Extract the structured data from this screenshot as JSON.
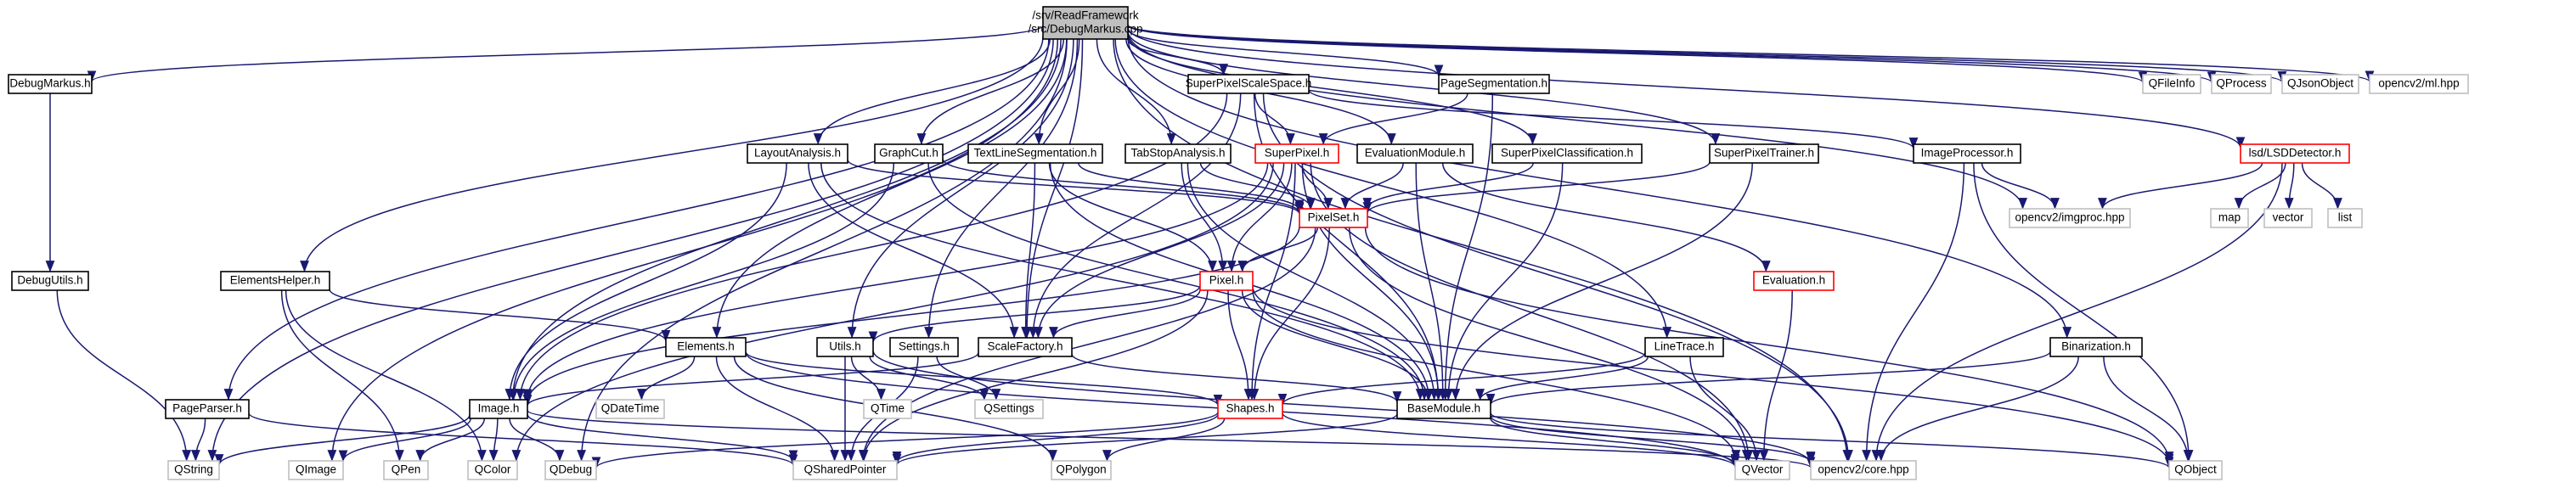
{
  "diagram": {
    "type": "include-dependency-graph",
    "edge_color": "#191970",
    "root_fill": "#bfbfbf",
    "red_border": "#ff0000",
    "system_border": "#bfbfbf",
    "nodes": {
      "root": "/srv/ReadFramework\n/src/DebugMarkus.cpp",
      "debugmarkus_h": "DebugMarkus.h",
      "debugutils_h": "DebugUtils.h",
      "elementshelper_h": "ElementsHelper.h",
      "elements_h": "Elements.h",
      "pageparser_h": "PageParser.h",
      "layoutanalysis_h": "LayoutAnalysis.h",
      "graphcut_h": "GraphCut.h",
      "textlineseg_h": "TextLineSegmentation.h",
      "tabstop_h": "TabStopAnalysis.h",
      "superpixelscalespace_h": "SuperPixelScaleSpace.h",
      "superpixel_h": "SuperPixel.h",
      "evaluationmodule_h": "EvaluationModule.h",
      "superpixelclass_h": "SuperPixelClassification.h",
      "pageseg_h": "PageSegmentation.h",
      "superpixeltrainer_h": "SuperPixelTrainer.h",
      "imageprocessor_h": "ImageProcessor.h",
      "pixelset_h": "PixelSet.h",
      "pixel_h": "Pixel.h",
      "evaluation_h": "Evaluation.h",
      "utils_h": "Utils.h",
      "settings_h": "Settings.h",
      "scalefactory_h": "ScaleFactory.h",
      "linetrace_h": "LineTrace.h",
      "binarization_h": "Binarization.h",
      "image_h": "Image.h",
      "shapes_h": "Shapes.h",
      "basemodule_h": "BaseModule.h",
      "lsd_h": "lsd/LSDDetector.h",
      "qfileinfo": "QFileInfo",
      "qprocess": "QProcess",
      "qjsonobject": "QJsonObject",
      "opencv_ml": "opencv2/ml.hpp",
      "opencv_imgproc": "opencv2/imgproc.hpp",
      "map": "map",
      "vector": "vector",
      "list": "list",
      "qdatetime": "QDateTime",
      "qtime": "QTime",
      "qsettings": "QSettings",
      "qstring": "QString",
      "qimage": "QImage",
      "qpen": "QPen",
      "qcolor": "QColor",
      "qdebug": "QDebug",
      "qsharedpointer": "QSharedPointer",
      "qpolygon": "QPolygon",
      "qvector": "QVector",
      "opencv_core": "opencv2/core.hpp",
      "qobject": "QObject"
    },
    "edges": [
      [
        "root",
        "debugmarkus_h"
      ],
      [
        "root",
        "elementshelper_h"
      ],
      [
        "root",
        "pageparser_h"
      ],
      [
        "root",
        "layoutanalysis_h"
      ],
      [
        "root",
        "graphcut_h"
      ],
      [
        "root",
        "textlineseg_h"
      ],
      [
        "root",
        "tabstop_h"
      ],
      [
        "root",
        "superpixelscalespace_h"
      ],
      [
        "root",
        "evaluationmodule_h"
      ],
      [
        "root",
        "superpixelclass_h"
      ],
      [
        "root",
        "pageseg_h"
      ],
      [
        "root",
        "superpixeltrainer_h"
      ],
      [
        "root",
        "elements_h"
      ],
      [
        "root",
        "utils_h"
      ],
      [
        "root",
        "settings_h"
      ],
      [
        "root",
        "scalefactory_h"
      ],
      [
        "root",
        "image_h"
      ],
      [
        "root",
        "linetrace_h"
      ],
      [
        "root",
        "binarization_h"
      ],
      [
        "root",
        "lsd_h"
      ],
      [
        "root",
        "qfileinfo"
      ],
      [
        "root",
        "qprocess"
      ],
      [
        "root",
        "qjsonobject"
      ],
      [
        "root",
        "opencv_ml"
      ],
      [
        "root",
        "opencv_imgproc"
      ],
      [
        "root",
        "qstring"
      ],
      [
        "root",
        "qimage"
      ],
      [
        "root",
        "qdebug"
      ],
      [
        "root",
        "opencv_core"
      ],
      [
        "debugmarkus_h",
        "debugutils_h"
      ],
      [
        "debugutils_h",
        "qstring"
      ],
      [
        "elementshelper_h",
        "elements_h"
      ],
      [
        "elementshelper_h",
        "qpen"
      ],
      [
        "elementshelper_h",
        "qcolor"
      ],
      [
        "pageparser_h",
        "qstring"
      ],
      [
        "pageparser_h",
        "qsharedpointer"
      ],
      [
        "layoutanalysis_h",
        "pixelset_h"
      ],
      [
        "layoutanalysis_h",
        "image_h"
      ],
      [
        "layoutanalysis_h",
        "scalefactory_h"
      ],
      [
        "layoutanalysis_h",
        "basemodule_h"
      ],
      [
        "graphcut_h",
        "pixelset_h"
      ],
      [
        "graphcut_h",
        "image_h"
      ],
      [
        "graphcut_h",
        "basemodule_h"
      ],
      [
        "textlineseg_h",
        "pixelset_h"
      ],
      [
        "textlineseg_h",
        "pixel_h"
      ],
      [
        "textlineseg_h",
        "scalefactory_h"
      ],
      [
        "textlineseg_h",
        "basemodule_h"
      ],
      [
        "tabstop_h",
        "pixelset_h"
      ],
      [
        "tabstop_h",
        "pixel_h"
      ],
      [
        "tabstop_h",
        "basemodule_h"
      ],
      [
        "superpixelscalespace_h",
        "superpixel_h"
      ],
      [
        "superpixelscalespace_h",
        "imageprocessor_h"
      ],
      [
        "superpixelscalespace_h",
        "image_h"
      ],
      [
        "superpixelscalespace_h",
        "scalefactory_h"
      ],
      [
        "superpixelscalespace_h",
        "basemodule_h"
      ],
      [
        "superpixelscalespace_h",
        "opencv_core"
      ],
      [
        "superpixel_h",
        "pixelset_h"
      ],
      [
        "superpixel_h",
        "pixel_h"
      ],
      [
        "superpixel_h",
        "image_h"
      ],
      [
        "superpixel_h",
        "scalefactory_h"
      ],
      [
        "superpixel_h",
        "shapes_h"
      ],
      [
        "superpixel_h",
        "basemodule_h"
      ],
      [
        "superpixel_h",
        "qcolor"
      ],
      [
        "superpixel_h",
        "qvector"
      ],
      [
        "evaluationmodule_h",
        "pixelset_h"
      ],
      [
        "evaluationmodule_h",
        "evaluation_h"
      ],
      [
        "evaluationmodule_h",
        "basemodule_h"
      ],
      [
        "superpixelclass_h",
        "pixelset_h"
      ],
      [
        "superpixelclass_h",
        "basemodule_h"
      ],
      [
        "pageseg_h",
        "superpixel_h"
      ],
      [
        "pageseg_h",
        "basemodule_h"
      ],
      [
        "superpixeltrainer_h",
        "pixelset_h"
      ],
      [
        "superpixeltrainer_h",
        "basemodule_h"
      ],
      [
        "imageprocessor_h",
        "opencv_imgproc"
      ],
      [
        "imageprocessor_h",
        "opencv_core"
      ],
      [
        "imageprocessor_h",
        "qobject"
      ],
      [
        "pixelset_h",
        "pixel_h"
      ],
      [
        "pixelset_h",
        "shapes_h"
      ],
      [
        "pixelset_h",
        "image_h"
      ],
      [
        "pixelset_h",
        "qsharedpointer"
      ],
      [
        "pixelset_h",
        "qvector"
      ],
      [
        "pixelset_h",
        "qobject"
      ],
      [
        "pixel_h",
        "utils_h"
      ],
      [
        "pixel_h",
        "scalefactory_h"
      ],
      [
        "pixel_h",
        "shapes_h"
      ],
      [
        "pixel_h",
        "basemodule_h"
      ],
      [
        "pixel_h",
        "qsharedpointer"
      ],
      [
        "pixel_h",
        "qvector"
      ],
      [
        "pixel_h",
        "qobject"
      ],
      [
        "evaluation_h",
        "qvector"
      ],
      [
        "utils_h",
        "qtime"
      ],
      [
        "utils_h",
        "qsettings"
      ],
      [
        "utils_h",
        "qsharedpointer"
      ],
      [
        "utils_h",
        "opencv_core"
      ],
      [
        "settings_h",
        "qsettings"
      ],
      [
        "settings_h",
        "qsharedpointer"
      ],
      [
        "scalefactory_h",
        "image_h"
      ],
      [
        "scalefactory_h",
        "basemodule_h"
      ],
      [
        "elements_h",
        "qdatetime"
      ],
      [
        "elements_h",
        "qsharedpointer"
      ],
      [
        "elements_h",
        "qpolygon"
      ],
      [
        "elements_h",
        "shapes_h"
      ],
      [
        "elements_h",
        "qvector"
      ],
      [
        "linetrace_h",
        "shapes_h"
      ],
      [
        "linetrace_h",
        "basemodule_h"
      ],
      [
        "linetrace_h",
        "qvector"
      ],
      [
        "binarization_h",
        "basemodule_h"
      ],
      [
        "binarization_h",
        "opencv_core"
      ],
      [
        "binarization_h",
        "qobject"
      ],
      [
        "image_h",
        "qstring"
      ],
      [
        "image_h",
        "qimage"
      ],
      [
        "image_h",
        "qpen"
      ],
      [
        "image_h",
        "qcolor"
      ],
      [
        "image_h",
        "qdebug"
      ],
      [
        "image_h",
        "qsharedpointer"
      ],
      [
        "image_h",
        "opencv_core"
      ],
      [
        "shapes_h",
        "qsharedpointer"
      ],
      [
        "shapes_h",
        "qpolygon"
      ],
      [
        "shapes_h",
        "qdebug"
      ],
      [
        "shapes_h",
        "qvector"
      ],
      [
        "basemodule_h",
        "qsharedpointer"
      ],
      [
        "basemodule_h",
        "qvector"
      ],
      [
        "basemodule_h",
        "opencv_core"
      ],
      [
        "basemodule_h",
        "qobject"
      ],
      [
        "lsd_h",
        "opencv_imgproc"
      ],
      [
        "lsd_h",
        "map"
      ],
      [
        "lsd_h",
        "vector"
      ],
      [
        "lsd_h",
        "list"
      ],
      [
        "lsd_h",
        "opencv_core"
      ]
    ]
  }
}
